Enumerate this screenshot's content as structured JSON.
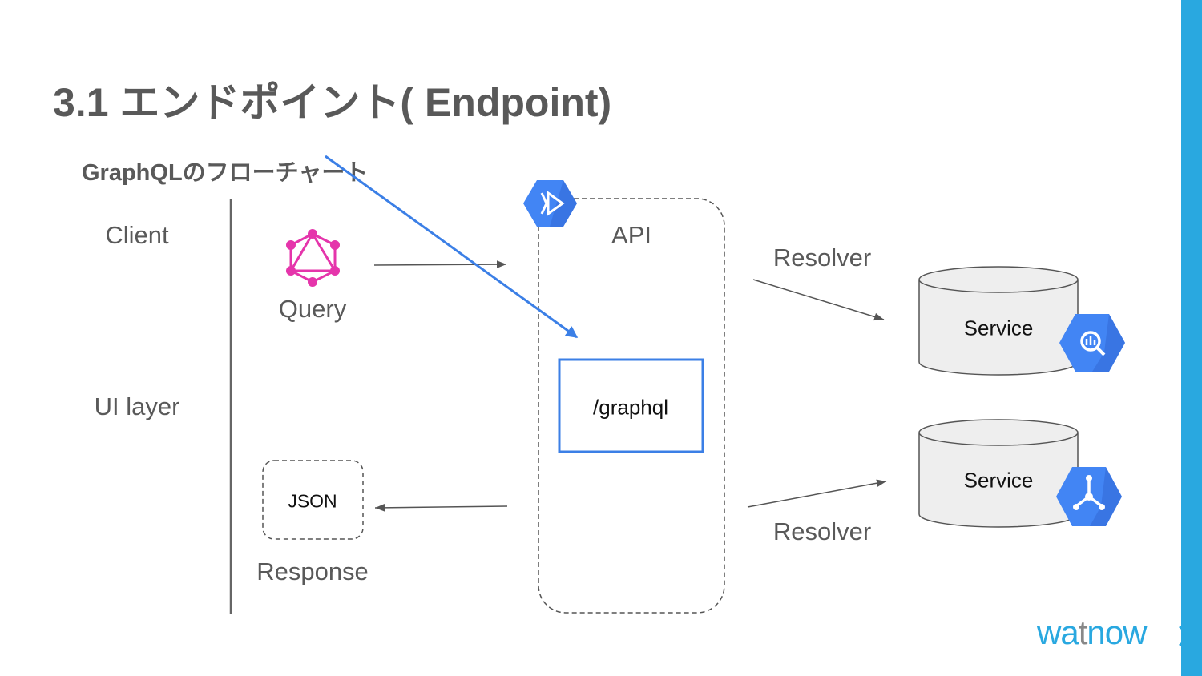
{
  "slide": {
    "title": "3.1 エンドポイント( Endpoint)",
    "subtitle": "GraphQLのフローチャート"
  },
  "client": {
    "label": "Client",
    "layer_label": "UI layer",
    "query_label": "Query",
    "response_box_label": "JSON",
    "response_label": "Response"
  },
  "api": {
    "label": "API",
    "endpoint_label": "/graphql"
  },
  "resolvers": {
    "top_label": "Resolver",
    "bottom_label": "Resolver"
  },
  "services": {
    "top_label": "Service",
    "bottom_label": "Service"
  },
  "icons": {
    "graphql": "graphql-logo-icon",
    "api": "cloud-endpoints-icon",
    "service_top": "bigquery-icon",
    "service_bottom": "dataflow-icon"
  },
  "brand": {
    "name_prefix": "wa",
    "name_accent": "t",
    "name_suffix": "now"
  },
  "colors": {
    "accent_bar": "#29a8e0",
    "brand_blue": "#29a8e0",
    "brand_dark": "#888888",
    "graphql_pink": "#e535ab",
    "gcp_blue": "#4285f4",
    "highlight_blue": "#3b7fe6"
  }
}
